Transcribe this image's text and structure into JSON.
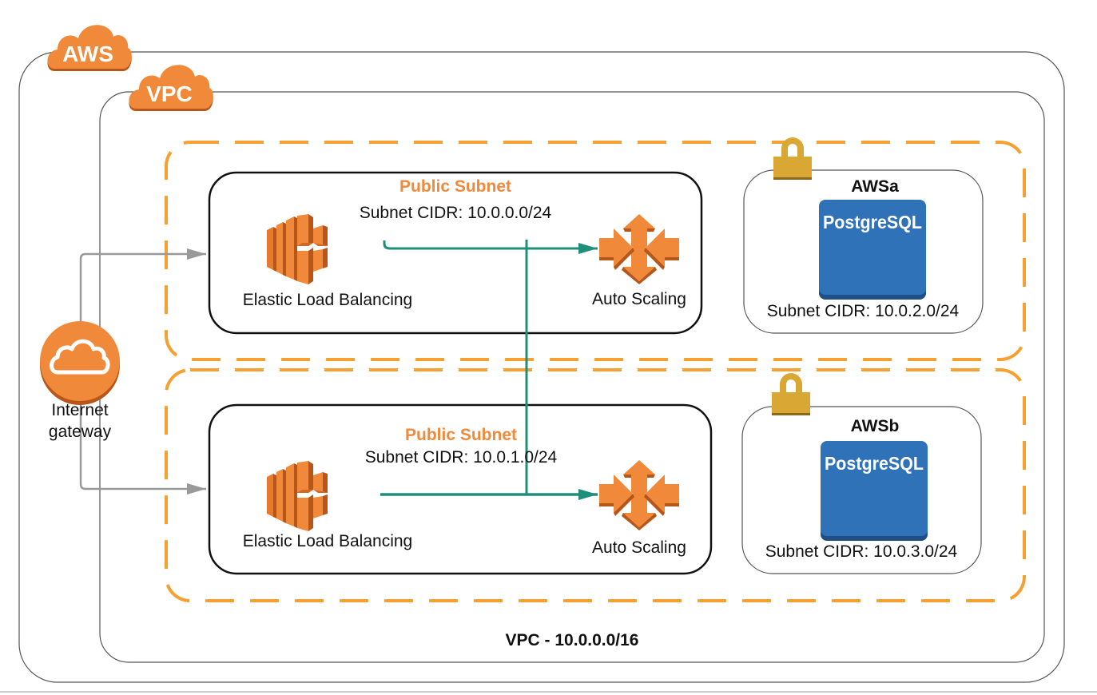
{
  "colors": {
    "aws_orange": "#f08a3a",
    "dashed_orange": "#f5a030",
    "teal_arrow": "#1f8f7a",
    "gray_arrow": "#999999",
    "postgres_blue": "#2f72b8",
    "lock_gold": "#d9a834",
    "subnet_title": "#f08a3a"
  },
  "containers": {
    "aws": {
      "label": "AWS"
    },
    "vpc": {
      "label": "VPC",
      "footer": "VPC - 10.0.0.0/16"
    }
  },
  "internet_gateway": {
    "label_line1": "Internet",
    "label_line2": "gateway",
    "icon": "cloud-icon"
  },
  "availability_zones": [
    {
      "public_subnet": {
        "title": "Public Subnet",
        "cidr": "Subnet CIDR: 10.0.0.0/24",
        "elb_label": "Elastic Load Balancing",
        "autoscaling_label": "Auto Scaling"
      },
      "private_subnet": {
        "name": "AWSa",
        "db_label": "PostgreSQL",
        "cidr": "Subnet CIDR: 10.0.2.0/24",
        "icon": "lock-icon"
      }
    },
    {
      "public_subnet": {
        "title": "Public Subnet",
        "cidr": "Subnet CIDR: 10.0.1.0/24",
        "elb_label": "Elastic Load Balancing",
        "autoscaling_label": "Auto Scaling"
      },
      "private_subnet": {
        "name": "AWSb",
        "db_label": "PostgreSQL",
        "cidr": "Subnet CIDR: 10.0.3.0/24",
        "icon": "lock-icon"
      }
    }
  ]
}
